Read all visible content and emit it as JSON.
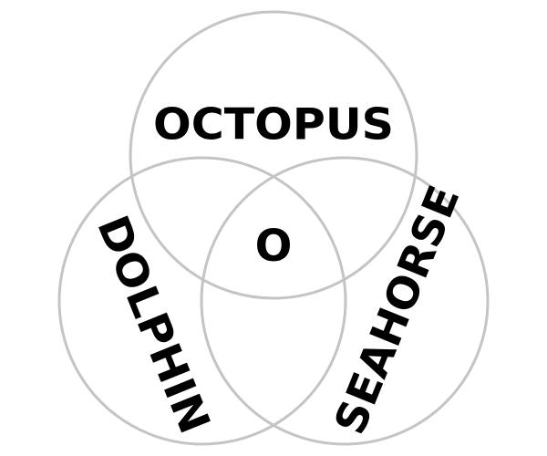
{
  "colors": {
    "circle_stroke": "#c4c4c4",
    "text": "#000000",
    "background": "#ffffff"
  },
  "diagram": {
    "type": "venn-3",
    "sets": [
      {
        "id": "top",
        "label": "OCTOPUS"
      },
      {
        "id": "left",
        "label": "DOLPHIN"
      },
      {
        "id": "right",
        "label": "SEAHORSE"
      }
    ],
    "center_label": "O"
  }
}
